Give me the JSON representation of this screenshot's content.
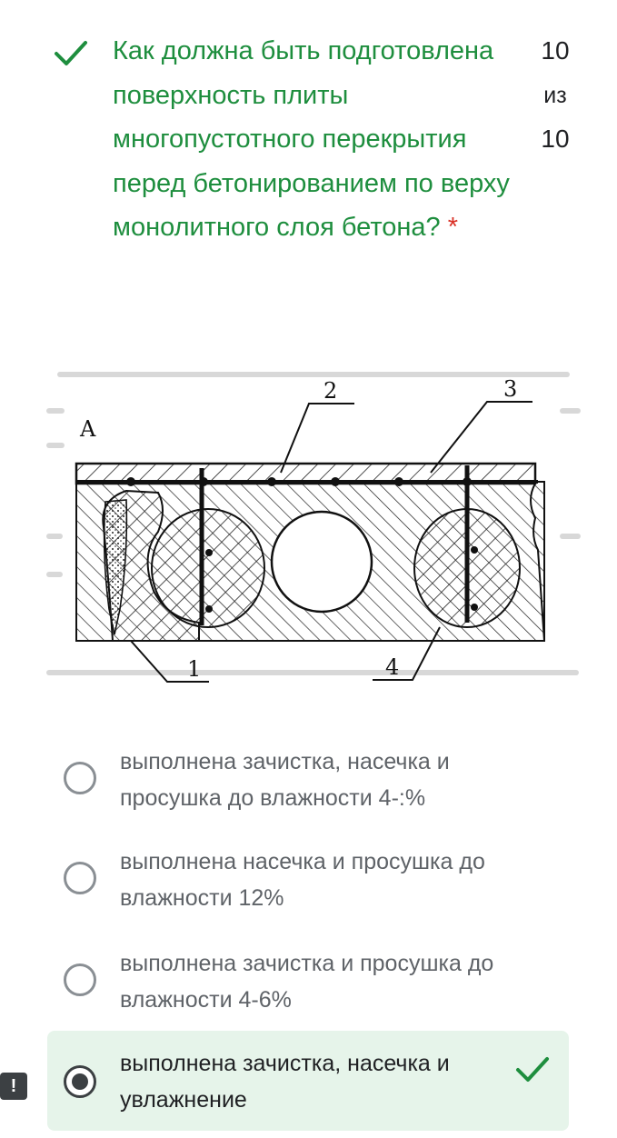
{
  "question": {
    "text": "Как должна быть подготовлена поверхность плиты многопустотного перекрытия перед бетонированием по верху монолитного слоя бетона?",
    "required_mark": "*",
    "status_icon": "check-icon",
    "score": {
      "points": "10",
      "separator": "из",
      "total": "10"
    }
  },
  "figure": {
    "labels": {
      "corner": "A",
      "l1": "1",
      "l2": "2",
      "l3": "3",
      "l4": "4"
    }
  },
  "options": [
    {
      "label": "выполнена зачистка, насечка и просушка до влажности 4-:%",
      "selected": false
    },
    {
      "label": "выполнена насечка и просушка до влажности 12%",
      "selected": false
    },
    {
      "label": "выполнена зачистка и просушка до влажности 4-6%",
      "selected": false
    },
    {
      "label": "выполнена зачистка, насечка и увлажнение",
      "selected": true,
      "correct": true
    }
  ],
  "side_badge": "!",
  "colors": {
    "correct_green": "#1e8e3e",
    "required_red": "#d93025",
    "correct_bg": "#e6f4ea",
    "radio_border": "#8a8f94"
  }
}
